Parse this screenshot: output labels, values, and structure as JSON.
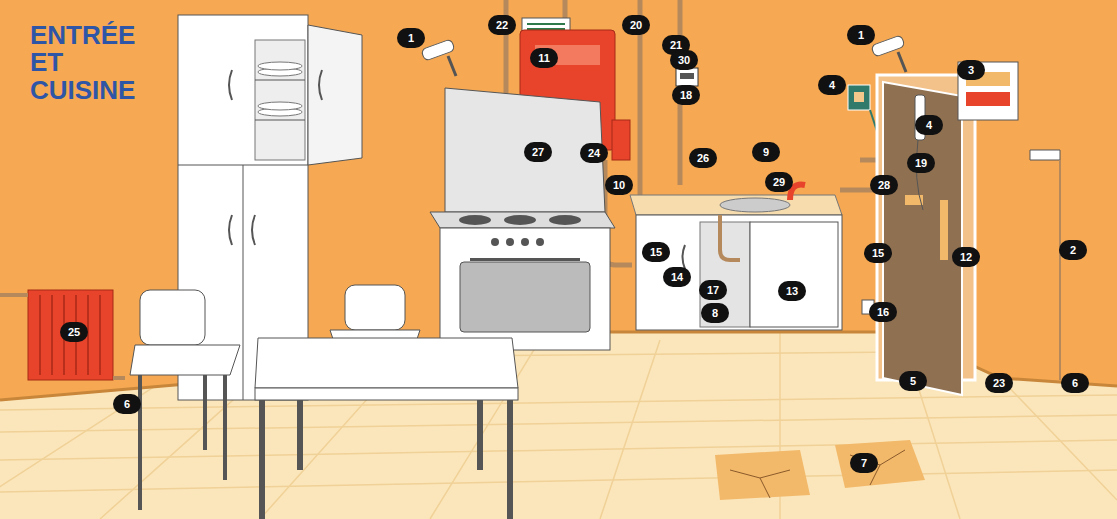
{
  "diagram": {
    "title": "ENTRÉE ET CUISINE",
    "labels": [
      "22",
      "20",
      "1",
      "1",
      "21",
      "11",
      "30",
      "3",
      "4",
      "18",
      "4",
      "27",
      "9",
      "24",
      "26",
      "19",
      "29",
      "10",
      "28",
      "2",
      "15",
      "15",
      "12",
      "14",
      "13",
      "17",
      "16",
      "8",
      "25",
      "5",
      "23",
      "6",
      "6",
      "7"
    ]
  }
}
